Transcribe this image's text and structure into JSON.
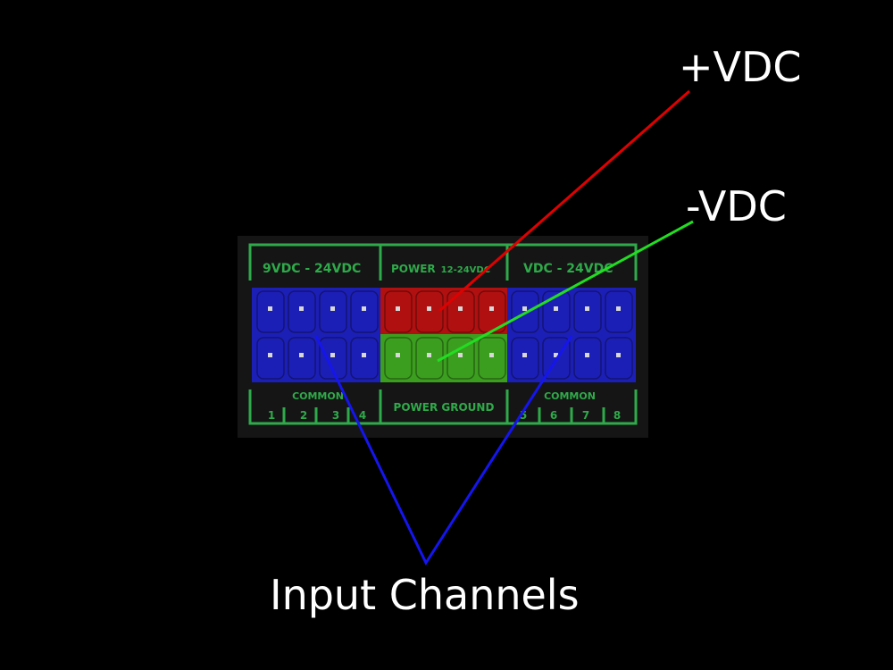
{
  "colors": {
    "background": "#000000",
    "board": "#151515",
    "silkscreen": "#2faa4a",
    "input_block": "#1c1fb5",
    "power_positive": "#b01010",
    "power_ground": "#3b9e1f",
    "pin": "#d8d8d8",
    "leader_positive": "#e00000",
    "leader_negative": "#22dd22",
    "leader_input": "#1515ee",
    "callout_text": "#ffffff"
  },
  "callouts": {
    "positive": "+VDC",
    "negative": "-VDC",
    "input": "Input Channels"
  },
  "board": {
    "top_left_label": "9VDC - 24VDC",
    "top_center_label": "POWER",
    "top_center_range": "12-24VDC",
    "top_right_label": "VDC - 24VDC",
    "bottom_left_common": "COMMON",
    "bottom_center_label": "POWER GROUND",
    "bottom_right_common": "COMMON",
    "left_channel_numbers": [
      "1",
      "2",
      "3",
      "4"
    ],
    "right_channel_numbers": [
      "5",
      "6",
      "7",
      "8"
    ]
  },
  "icons": {
    "pin": "square-pin-icon"
  }
}
